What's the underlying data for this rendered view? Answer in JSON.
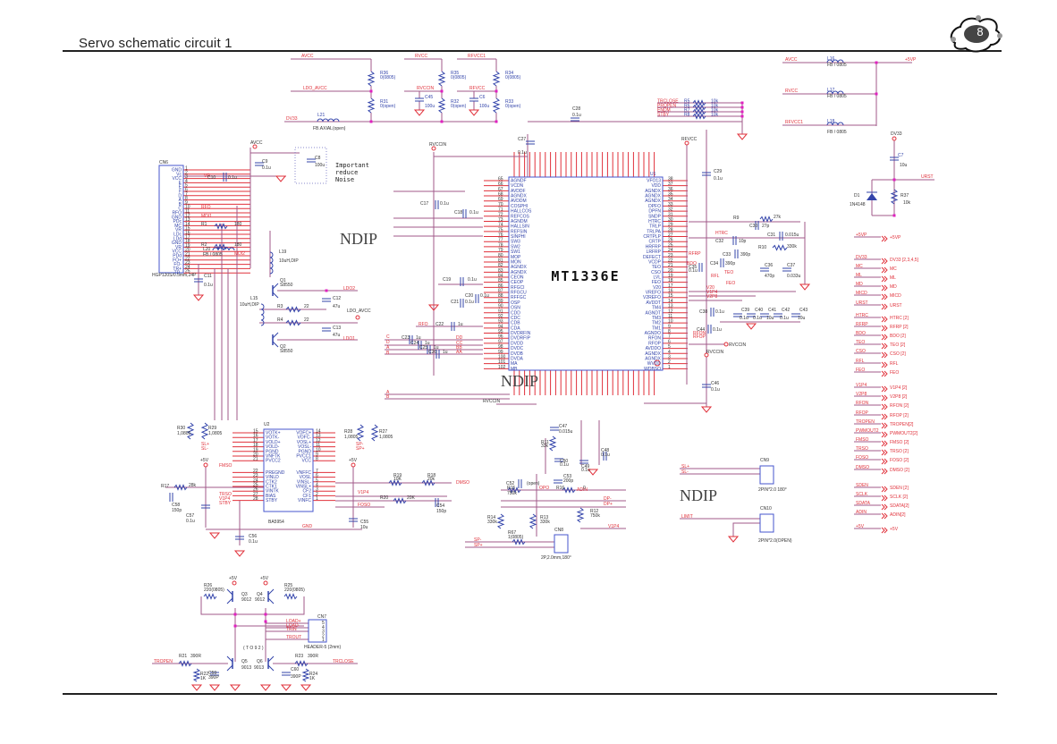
{
  "header": {
    "title": "Servo schematic circuit 1",
    "page_number": "8"
  },
  "colors": {
    "wire": "#a05a8a",
    "net_label": "#e0303a",
    "component": "#3344aa",
    "junction": "#e020c0",
    "text": "#333333"
  },
  "main_ic": {
    "ref": "U1",
    "part": "MT1336E",
    "left_pins": [
      "AGNDF",
      "VCDN",
      "AVDDF",
      "AGNDX",
      "AVDDM",
      "COSPHI",
      "HALLCOS",
      "REFCOS",
      "AGNDM",
      "HALLSIN",
      "REFSIN",
      "SINPHI",
      "SW3",
      "SW2",
      "SW1",
      "MOP",
      "MON",
      "AGNDX",
      "AGNDX",
      "CEON",
      "CEOP",
      "RFGCI",
      "RFGCU",
      "RFFGC",
      "OSP",
      "OSN",
      "CDD",
      "CDC",
      "CDB",
      "CDA",
      "DVDRFIN",
      "DVDRFIP",
      "DVDD",
      "DVDC",
      "DVDB",
      "DVDA",
      "MA",
      "MB"
    ],
    "right_pins": [
      "VFO13",
      "VDD",
      "AGNDX",
      "AGNDX",
      "AGNDX",
      "DPFO",
      "DPFN",
      "SNDP",
      "HTRC",
      "TRLP",
      "TRLPA",
      "CRTPLP",
      "CRTP",
      "HRFRP",
      "LRFRP",
      "DEFECT",
      "VCDP",
      "TEO",
      "CSO",
      "LVL",
      "FEO",
      "V20",
      "VREFO",
      "V2REFO",
      "AVDDT",
      "TM4",
      "AGNDT",
      "TM3",
      "TM2",
      "TM1",
      "AGNDO",
      "RFON",
      "RFOP",
      "AVDDO",
      "AGNDX",
      "AGNDX",
      "WVDD",
      "WDBSO"
    ]
  },
  "ics": [
    {
      "ref": "U2",
      "part": "BA5954",
      "left_pins": [
        "VOTK+",
        "VOTK-",
        "VOLD+",
        "VOLD-",
        "PGND",
        "VNFTK",
        "PVCC2",
        "PREGND",
        "VINLD",
        "CTK2",
        "CTK1",
        "VINTK",
        "BIAS",
        "STBY"
      ],
      "right_pins": [
        "VOFC+",
        "VOFC-",
        "VOSL+",
        "VOSL-",
        "PGND",
        "PVCC1",
        "VCC",
        "VNFFC",
        "VOSL",
        "VINSL-",
        "VINSL+",
        "CF2",
        "CF1",
        "VINFC"
      ]
    }
  ],
  "connectors": [
    {
      "ref": "CN6",
      "part": "HGP120S/0.5mm,24P",
      "pins": [
        "GND",
        "Vc",
        "VCC",
        "E",
        "E",
        "F",
        "D",
        "A",
        "B",
        "C",
        "RFO",
        "GND",
        "PDc",
        "MC",
        "VR",
        "LDc",
        "LDd",
        "GND",
        "VR",
        "VCC",
        "PDd",
        "FO+",
        "FO-",
        "TR+",
        "TR-"
      ]
    },
    {
      "ref": "CN7",
      "part": "HEADER-5 (2mm)",
      "pins": [
        "5",
        "4",
        "3",
        "2",
        "1"
      ]
    },
    {
      "ref": "CN8",
      "part": "2P,2.0mm,180°"
    },
    {
      "ref": "CN9",
      "part": "2PIN*2.0 180°"
    },
    {
      "ref": "CN10",
      "part": "2PIN*2.0(OPEN)"
    }
  ],
  "top_power": [
    {
      "net": "AVCC",
      "r_top": "R36",
      "r_top_val": "0(0805)",
      "net_mid": "LDO_AVCC",
      "r_bot": "R31",
      "r_bot_val": "0(open)"
    },
    {
      "net": "RVCC",
      "r_top": "R35",
      "r_top_val": "0(0805)",
      "net_mid": "RVCCIN",
      "r_bot": "R32",
      "r_bot_val": "0(open)",
      "cap": "C45",
      "cap_val": "100u"
    },
    {
      "net": "RFVCC1",
      "r_top": "R34",
      "r_top_val": "0(0805)",
      "net_mid": "RFVCC",
      "r_bot": "R33",
      "r_bot_val": "0(open)",
      "cap": "C6",
      "cap_val": "100u"
    }
  ],
  "dv33_inductor": {
    "net": "DV33",
    "ref": "L21",
    "val": "FB.AXIAL(open)"
  },
  "right_inductors": [
    {
      "net": "AVCC",
      "ref": "L16",
      "val": "FB / 0805"
    },
    {
      "net": "RVCC",
      "ref": "L17",
      "val": "FB / 0805"
    },
    {
      "net": "RFVCC1",
      "ref": "L18",
      "val": "FB / 0805"
    }
  ],
  "right_out_net": "+5VP",
  "reset": {
    "net": "DV33",
    "cap": "C7",
    "cap_val": "10u",
    "diode": "D1",
    "diode_val": "1N4148",
    "res": "R37",
    "res_val": "10k",
    "out": "URST"
  },
  "pullups": [
    {
      "net": "TRCLOSE",
      "ref": "R5",
      "val": "10k"
    },
    {
      "net": "PROPEN",
      "ref": "R6",
      "val": "10k"
    },
    {
      "net": "ENDM",
      "ref": "R7",
      "val": "10k"
    },
    {
      "net": "STBY",
      "ref": "R8",
      "val": "10k"
    }
  ],
  "note": [
    "Important",
    "reduce",
    "Noise"
  ],
  "ndip_marks": [
    "NDIP",
    "NDIP",
    "NDIP"
  ],
  "ports": [
    {
      "label": "+5VP",
      "dest": "+5VP"
    },
    {
      "label": "DV33",
      "dest": "DV33  [2,3,4,5]"
    },
    {
      "label": "MC",
      "dest": "MC"
    },
    {
      "label": "ML",
      "dest": "ML"
    },
    {
      "label": "MD",
      "dest": "MD"
    },
    {
      "label": "MICD",
      "dest": "MICD"
    },
    {
      "label": "URST",
      "dest": "URST"
    },
    {
      "label": "HTRC",
      "dest": "HTRC [2]"
    },
    {
      "label": "RFRP",
      "dest": "RFRP [2]"
    },
    {
      "label": "BDO",
      "dest": "BDO  [2]"
    },
    {
      "label": "TEO",
      "dest": "TEO  [2]"
    },
    {
      "label": "CSO",
      "dest": "CSO  [2]"
    },
    {
      "label": "RFL",
      "dest": "RFL"
    },
    {
      "label": "FEO",
      "dest": "FEO"
    },
    {
      "label": "V1P4",
      "dest": "V1P4 [2]"
    },
    {
      "label": "V2P8",
      "dest": "V2P8 [2]"
    },
    {
      "label": "RFON",
      "dest": "RFON [2]"
    },
    {
      "label": "RFOP",
      "dest": "RFOP [2]"
    },
    {
      "label": "TROPEN",
      "dest": "TROPEN[2]"
    },
    {
      "label": "PWMOUT2",
      "dest": "PWMOUT2[2]"
    },
    {
      "label": "FMSO",
      "dest": "FMSO [2]"
    },
    {
      "label": "TRSO",
      "dest": "TRSO [2]"
    },
    {
      "label": "FOSO",
      "dest": "FOSO [2]"
    },
    {
      "label": "DMSO",
      "dest": "DMSO [2]"
    },
    {
      "label": "SDEN",
      "dest": "SDEN [2]"
    },
    {
      "label": "SCLK",
      "dest": "SCLK [2]"
    },
    {
      "label": "SDATA",
      "dest": "SDATA[2]"
    },
    {
      "label": "ADIN",
      "dest": "ADIN[2]"
    },
    {
      "label": "+5V",
      "dest": "+5V"
    }
  ],
  "ldo": {
    "q1": "Q1",
    "q1_val": "S8550",
    "q2": "Q2",
    "q2_val": "S8550",
    "l19": "L19",
    "l19_val": "10uH,DIP",
    "l15": "L15",
    "l15_val": "10uH,DIP",
    "r3": "R3",
    "r3_val": "22",
    "r4": "R4",
    "r4_val": "22",
    "c12": "C12",
    "c12_val": "47u",
    "c13": "C13",
    "c13_val": "47u",
    "ldo2": "LDO2",
    "ldo1": "LDO1",
    "ldo_avcc": "LDO_AVCC"
  },
  "tray": {
    "r26": "R26",
    "r26_val": "220(0805)",
    "r25": "R25",
    "r25_val": "220(0805)",
    "q3": "Q3",
    "q3_val": "9012",
    "q4": "Q4",
    "q4_val": "9012",
    "q5": "Q5",
    "q5_val": "9013",
    "q6": "Q6",
    "q6_val": "9013",
    "r21": "R21",
    "r21_val": "390R",
    "r23": "R23",
    "r23_val": "390R",
    "r22": "R22",
    "r22_val": "1K",
    "r24": "R24",
    "r24_val": "1K",
    "c59": "C59",
    "c59_val": "390P",
    "c60": "C60",
    "c60_val": "390P",
    "pkg": "( T O 9 2 )",
    "tropen": "TROPEN",
    "trclose": "TRCLOSE",
    "cn7_nets": [
      "LOAD+",
      "LOAD-",
      "TRIN",
      "TROUT"
    ]
  },
  "misc_labels": {
    "avcc": "AVCC",
    "rvccin": "RVCCIN",
    "rfvcc": "RFVCC",
    "plus5v": "+5V",
    "gnd": "GND",
    "c9": "C9",
    "c9_val": "0.1u",
    "c8": "C8",
    "c8_val": "100u",
    "c10": "C10",
    "c10_val": "0.1u",
    "c11": "C11",
    "c11_val": "0.1u",
    "r1": "R1",
    "r1_val": "180",
    "r2": "R2",
    "r2_val": "180",
    "l20": "L20",
    "l20_val": "FB / 0805",
    "vr": "VR",
    "rfo": "RFO",
    "mdi1": "MDI1",
    "mdi2": "MDI2",
    "r30": "R30",
    "r30_val": "1,0805",
    "r29": "R29",
    "r29_val": "1,0805",
    "r28": "R28",
    "r28_val": "1,0805",
    "r27": "R27",
    "r27_val": "1,0805",
    "r17": "R17",
    "r17_val": "28k",
    "c58": "C58",
    "c58_val": "150p",
    "c57": "C57",
    "c57_val": "0.1u",
    "c56": "C56",
    "c56_val": "0.1u",
    "c55": "C55",
    "c55_val": "10u",
    "r19": "R19",
    "r19_val": "10K",
    "r18": "R18",
    "r18_val": "20k",
    "r20": "R20",
    "r20_val": "20K",
    "c54": "C54",
    "c54_val": "150p",
    "sl_p": "SL+",
    "sl_m": "SL-",
    "sp_m": "SP-",
    "sp_p": "SP+",
    "fmso": "FMSO",
    "trso": "TRSO",
    "v1p4": "V1P4",
    "stby": "STBY",
    "dmso": "DMSO",
    "foso": "FOSO",
    "r15": "R15",
    "r15_val": "750k",
    "r16": "R16",
    "r16_val": "0",
    "c52": "C52",
    "c52_val": "(open)",
    "c53": "C53",
    "c53_val": "200p",
    "r14": "R14",
    "r14_val": "330k",
    "r13": "R13",
    "r13_val": "330k",
    "r12": "R12",
    "r12_val": "750k",
    "r67": "R67",
    "r67_val": "1(0805)",
    "opo": "OPO",
    "adin": "ADIN",
    "dp_m": "DP-",
    "dp_p": "DP+",
    "limit": "LIMIT",
    "c47": "C47",
    "c47_val": "0.015u",
    "c48": "C48",
    "c48_val": "0.1u",
    "c49": "C49",
    "c49_val": "0.1u",
    "c50": "C50",
    "c50_val": "0.1u",
    "r11": "R11",
    "r11_val": "33k",
    "c46": "C46",
    "c46_val": "0.1u",
    "c17": "C17",
    "c17_val": "0.1u",
    "c18": "C18",
    "c18_val": "0.1u",
    "c19": "C19",
    "c19_val": "0.1u",
    "c20": "C20",
    "c20_val": "0.1u",
    "c21": "C21",
    "c21_val": "0.1u",
    "c22": "C22",
    "c22_val": "1u",
    "c23": "C23",
    "c24": "C24",
    "c25": "C25",
    "c26": "C26",
    "c_1u": "1u",
    "dd": "DD",
    "cc": "CC",
    "bb": "BB",
    "aa": "AA",
    "c27": "C27",
    "c27_val": "0.1u",
    "c28": "C28",
    "c28_val": "0.1u",
    "c29": "C29",
    "c29_val": "0.1u",
    "r9": "R9",
    "r9_val": "27k",
    "c30": "C30",
    "c30_val": "27p",
    "c31": "C31",
    "c31_val": "0.015u",
    "c32": "C32",
    "c32_val": "10p",
    "r10": "R10",
    "r10_val": "330k",
    "c33": "C33",
    "c33_val": "390p",
    "c34": "C34",
    "c34_val": "390p",
    "c35": "C35",
    "c35_val": "0.1u",
    "c36": "C36",
    "c36_val": "470p",
    "c37": "C37",
    "c37_val": "0.033u",
    "c38": "C38",
    "c38_val": "0.1u",
    "c39": "C39",
    "c40": "C40",
    "c41": "C41",
    "c42": "C42",
    "c43": "C43",
    "c_01": "0.1u",
    "c_10": "10u",
    "c44": "C44",
    "c44_val": "0.1u",
    "v20": "V20"
  }
}
